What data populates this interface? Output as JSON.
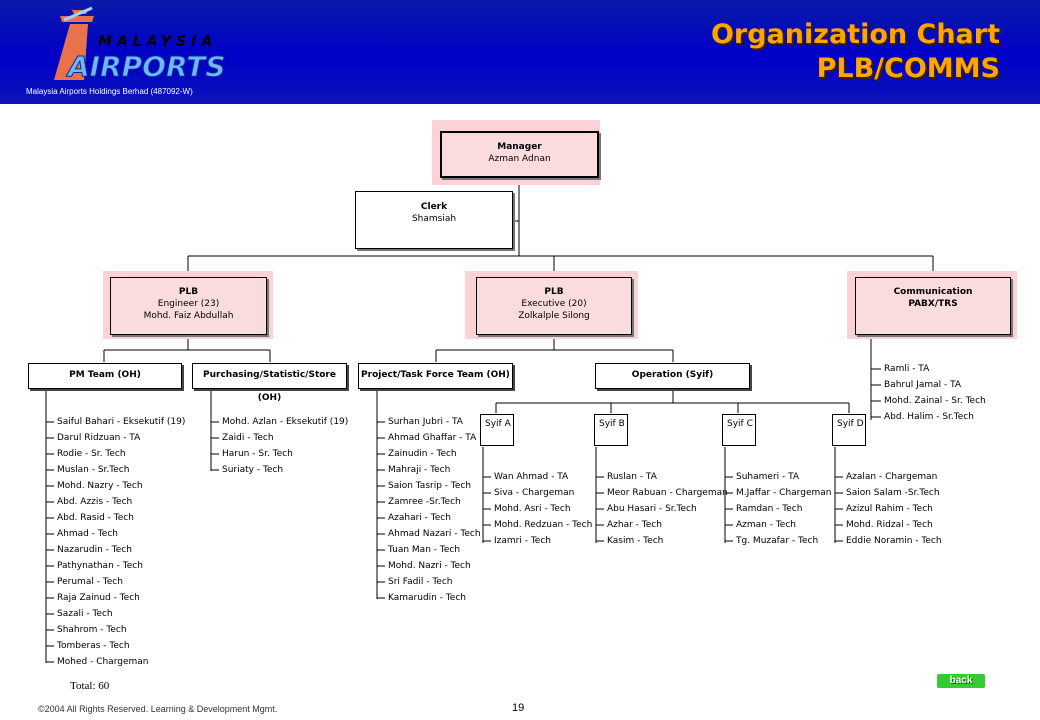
{
  "header": {
    "logo_text_top": "MALAYSIA",
    "logo_text_bottom": "AIRPORTS",
    "company": "Malaysia Airports Holdings Berhad (487092-W)",
    "title_line1": "Organization Chart",
    "title_line2": "PLB/COMMS",
    "title_color": "#ffa500"
  },
  "manager": {
    "title": "Manager",
    "name": "Azman Adnan"
  },
  "clerk": {
    "title": "Clerk",
    "name": "Shamsiah"
  },
  "plb_engineer": {
    "title": "PLB",
    "role": "Engineer (23)",
    "name": "Mohd. Faiz Abdullah"
  },
  "plb_executive": {
    "title": "PLB",
    "role": "Executive (20)",
    "name": "Zolkalple Silong"
  },
  "communication": {
    "title": "Communication",
    "sub": "PABX/TRS",
    "members": [
      "Ramli - TA",
      "Bahrul Jamal - TA",
      "Mohd. Zainal - Sr. Tech",
      "Abd. Halim - Sr.Tech"
    ]
  },
  "pm_team": {
    "label": "PM Team (OH)",
    "members": [
      "Saiful Bahari - Eksekutif (19)",
      "Darul Ridzuan - TA",
      "Rodie - Sr. Tech",
      "Muslan - Sr.Tech",
      "Mohd. Nazry - Tech",
      "Abd. Azzis - Tech",
      "Abd. Rasid - Tech",
      "Ahmad - Tech",
      "Nazarudin - Tech",
      "Pathynathan - Tech",
      "Perumal - Tech",
      "Raja Zainud - Tech",
      "Sazali - Tech",
      "Shahrom - Tech",
      "Tomberas - Tech",
      "Mohed - Chargeman"
    ]
  },
  "purchasing": {
    "label": "Purchasing/Statistic/Store (OH)",
    "members": [
      "Mohd. Azlan - Eksekutif (19)",
      "Zaidi - Tech",
      "Harun - Sr. Tech",
      "Suriaty - Tech"
    ]
  },
  "project": {
    "label": "Project/Task Force Team (OH)",
    "members": [
      "Surhan Jubri - TA",
      "Ahmad Ghaffar - TA",
      "Zainudin - Tech",
      "Mahraji - Tech",
      "Saion Tasrip - Tech",
      "Zamree -Sr.Tech",
      "Azahari - Tech",
      "Ahmad Nazari - Tech",
      "Tuan Man - Tech",
      "Mohd. Nazri - Tech",
      "Sri Fadil - Tech",
      "Kamarudin - Tech"
    ]
  },
  "operation": {
    "label": "Operation (Syif)"
  },
  "syif_a": {
    "label": "Syif A",
    "members": [
      "Wan Ahmad - TA",
      "Siva - Chargeman",
      "Mohd. Asri - Tech",
      "Mohd. Redzuan - Tech",
      "Izamri - Tech"
    ]
  },
  "syif_b": {
    "label": "Syif B",
    "members": [
      "Ruslan - TA",
      "Meor Rabuan - Chargeman",
      "Abu Hasari - Sr.Tech",
      "Azhar - Tech",
      "Kasim - Tech"
    ]
  },
  "syif_c": {
    "label": "Syif C",
    "members": [
      "Suhameri - TA",
      "M.Jaffar - Chargeman",
      "Ramdan - Tech",
      "Azman - Tech",
      "Tg. Muzafar - Tech"
    ]
  },
  "syif_d": {
    "label": "Syif D",
    "members": [
      "Azalan - Chargeman",
      "Saion Salam -Sr.Tech",
      "Azizul Rahim - Tech",
      "Mohd. Ridzal - Tech",
      "Eddie Noramin - Tech"
    ]
  },
  "footer": {
    "total": "Total: 60",
    "back": "back",
    "page": "19",
    "copyright": "©2004 All Rights Reserved. Learning & Development Mgmt."
  }
}
